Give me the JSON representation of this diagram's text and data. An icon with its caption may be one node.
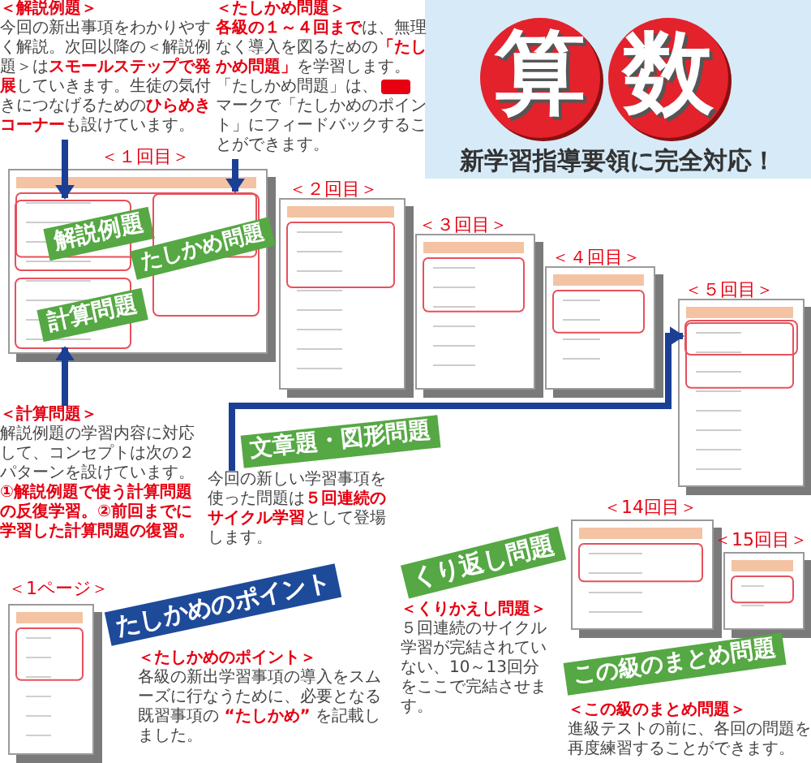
{
  "diagram": {
    "title": "算数",
    "nodes": [
      {
        "text": [
          "＜解説例題＞",
          "今回の新出事項をわかりやすく解説。次回以降の＜解説例題＞は**スモールステップで発展**していきます。生徒の気付きにつなげるための**ひらめきコーナー**も設けています。"
        ]
      },
      {
        "text": [
          "＜たしかめ問題＞",
          "**各級の１～４回まで**は、無理なく導入を図るための**「たしかめ問題」**を学習します。「たしかめ問題」は、",
          "マークで「たしかめのポイント」にフィードバックすることができます。"
        ]
      },
      {
        "text": [
          "＜計算問題＞",
          "解説例題の学習内容に対応して、コンセプトは次の２パターンを設けています。",
          "①解説例題で使う計算問題の反復学習。②前回までに学習した計算問題の復習。"
        ]
      },
      {
        "text": [
          "今回の新しい学習事項を使った問題は**５回連続のサイクル学習**として登場します。"
        ]
      },
      {
        "text": [],
        "shape": "picture",
        "beside": [
          "＜１回目＞"
        ]
      },
      {
        "text": [
          "解説例題"
        ],
        "in": 4
      },
      {
        "text": [
          "計算問題"
        ],
        "in": 4
      },
      {
        "text": [
          "たしかめ問題"
        ],
        "in": 4
      },
      {
        "text": [],
        "shape": "picture",
        "beside": [
          "＜２回目＞"
        ]
      },
      {
        "text": [],
        "shape": "picture",
        "beside": [
          "＜３回目＞"
        ]
      },
      {
        "text": [],
        "shape": "picture",
        "beside": [
          "＜４回目＞"
        ]
      },
      {
        "text": [],
        "shape": "picture",
        "beside": [
          "＜５回目＞"
        ]
      },
      {
        "text": [],
        "shape": "box",
        "in": 11
      },
      {
        "text": [],
        "shape": "picture",
        "beside": [
          "＜14回目＞"
        ]
      },
      {
        "text": [],
        "shape": "picture",
        "beside": [
          "＜15回目＞"
        ]
      },
      {
        "text": [],
        "shape": "picture",
        "beside": [
          "＜1ページ＞"
        ]
      },
      {
        "text": [
          "＜たしかめのポイント＞",
          "各級の新出学習事項の導入をスムーズに行なうために、必要となる既習事項の **“たしかめ”** を記載しました。"
        ]
      },
      {
        "text": [
          "＜くりかえし問題＞",
          "５回連続のサイクル学習が完結されていない、10～13回分をここで完結させます。"
        ]
      },
      {
        "text": [
          "＜この級のまとめ問題＞",
          "進級テストの前に、各回の問題を再度練習することができます。"
        ]
      }
    ],
    "edges": [
      {
        "from": 0,
        "to": 5,
        "arrow": "to"
      },
      {
        "from": 1,
        "to": 7,
        "arrow": "to"
      },
      {
        "from": 2,
        "to": 6,
        "arrow": "to"
      },
      {
        "from": 3,
        "to": 12,
        "arrow": "to"
      }
    ],
    "labels": [
      "新学習指導要領に完全対応！",
      "文章題・図形問題",
      "くり返し問題",
      "この級のまとめ問題",
      "たしかめのポイント"
    ]
  }
}
